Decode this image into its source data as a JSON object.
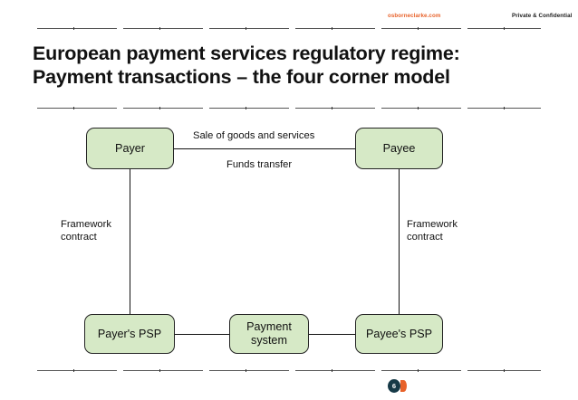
{
  "header": {
    "site": "osborneclarke.com",
    "confidentiality": "Private & Confidential"
  },
  "title": {
    "line1": "European payment services regulatory regime:",
    "line2": "Payment transactions – the four corner model"
  },
  "diagram": {
    "nodes": {
      "payer": "Payer",
      "payee": "Payee",
      "payer_psp": "Payer's PSP",
      "payment_system_line1": "Payment",
      "payment_system_line2": "system",
      "payee_psp": "Payee's PSP"
    },
    "labels": {
      "sale": "Sale of goods and services",
      "funds": "Funds transfer",
      "framework_left_line1": "Framework",
      "framework_left_line2": "contract",
      "framework_right_line1": "Framework",
      "framework_right_line2": "contract"
    }
  },
  "footer": {
    "page_number": "6"
  },
  "colors": {
    "node_fill": "#d6e9c6",
    "node_border": "#232323",
    "accent_orange": "#e8622a",
    "logo_navy": "#163a47"
  }
}
